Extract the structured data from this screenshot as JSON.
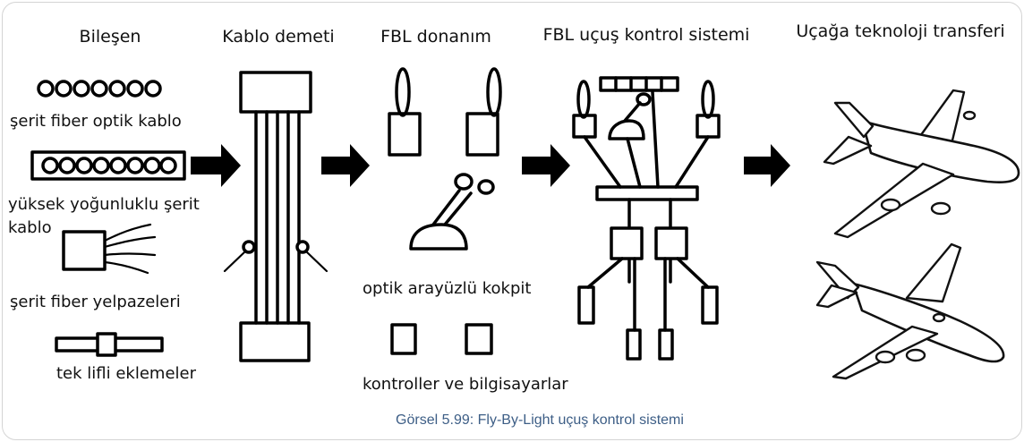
{
  "columns": {
    "bilesen": "Bileşen",
    "kablo_demeti": "Kablo demeti",
    "fbl_donanim": "FBL donanım",
    "fbl_ucus": "FBL uçuş kontrol sistemi",
    "ucaga": "Uçağa teknoloji transferi"
  },
  "components": {
    "serit_fiber": "şerit fiber optik kablo",
    "yuksek_yogun_1": "yüksek yoğunluklu şerit",
    "yuksek_yogun_2": "kablo",
    "yelpaze": "şerit fiber yelpazeleri",
    "tek_lifli": "tek lifli eklemeler"
  },
  "hardware": {
    "optik_kokpit": "optik arayüzlü kokpit",
    "kontroller": "kontroller ve bilgisayarlar"
  },
  "caption": "Görsel 5.99: Fly-By-Light uçuş kontrol sistemi",
  "colors": {
    "caption": "#3d5e86",
    "frame_border": "#d4d4d4",
    "lines": "#000000"
  }
}
